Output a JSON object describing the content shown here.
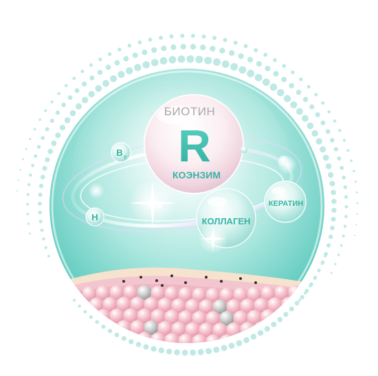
{
  "main_sphere": {
    "title": "БИОТИН",
    "letter": "R",
    "subtitle": "КОЭНЗИМ"
  },
  "molecules": {
    "collagen": "КОЛЛАГЕН",
    "keratin": "КЕРАТИН",
    "b7_letter": "B",
    "b7_sub": "7",
    "h": "H"
  },
  "colors": {
    "teal_light": "#c9f0eb",
    "teal": "#8fdcd3",
    "teal_dark": "#3fbcae",
    "label_teal": "#37b3a4",
    "pink_skin": "#f4b7c3",
    "cream_layer": "#f8e6cf",
    "dots": "#bfe9e4"
  }
}
